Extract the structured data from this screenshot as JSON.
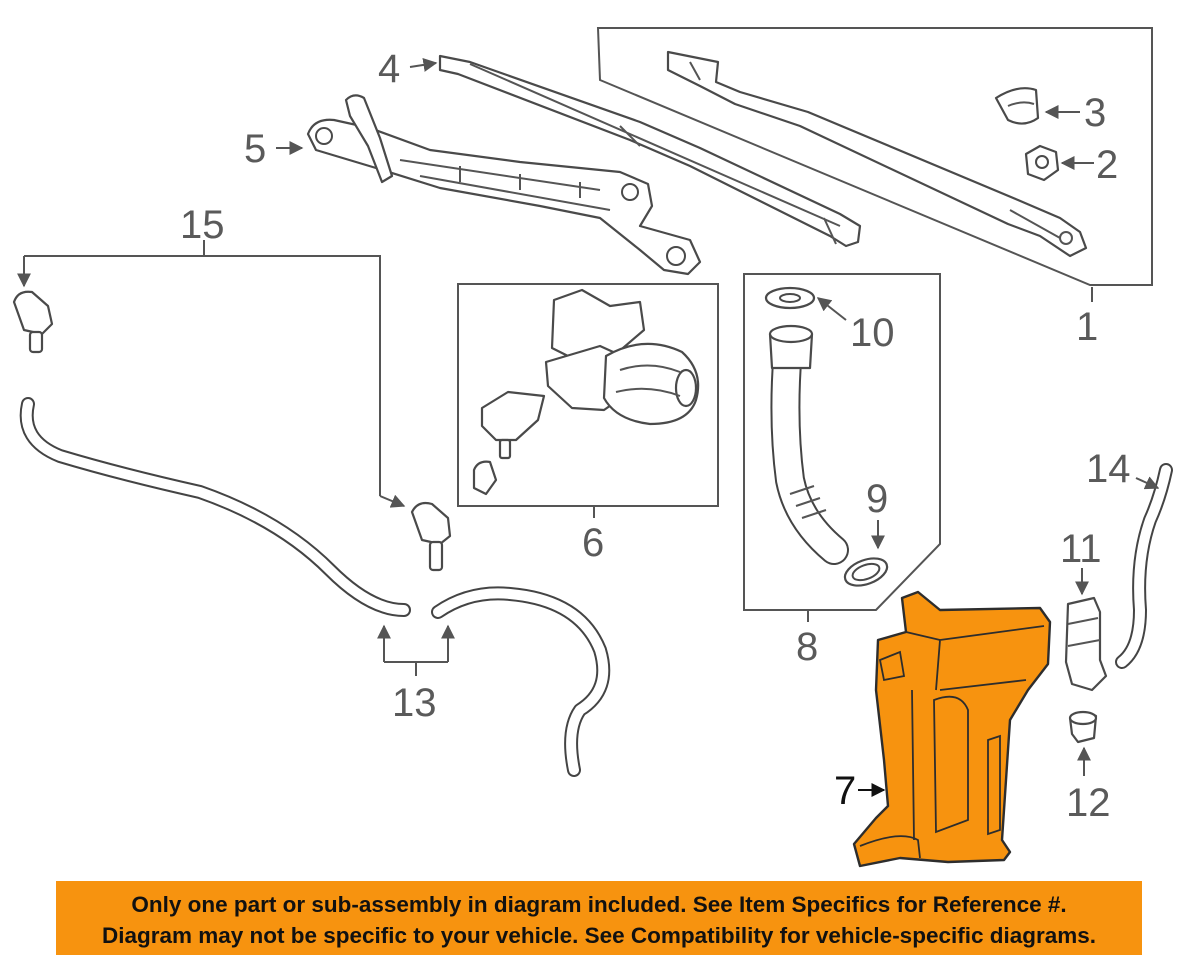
{
  "colors": {
    "highlight": "#f7930f",
    "banner": "#f7930f",
    "line": "#4a4a4a",
    "label": "#5a5a5a"
  },
  "callouts": {
    "c1": "1",
    "c2": "2",
    "c3": "3",
    "c4": "4",
    "c5": "5",
    "c6": "6",
    "c7": "7",
    "c8": "8",
    "c9": "9",
    "c10": "10",
    "c11": "11",
    "c12": "12",
    "c13": "13",
    "c14": "14",
    "c15": "15"
  },
  "highlighted_part": "7",
  "banner": {
    "line1": "Only one part or sub-assembly in diagram included. See Item Specifics for Reference #.",
    "line2": "Diagram may not be specific to your vehicle. See Compatibility for vehicle-specific diagrams."
  }
}
